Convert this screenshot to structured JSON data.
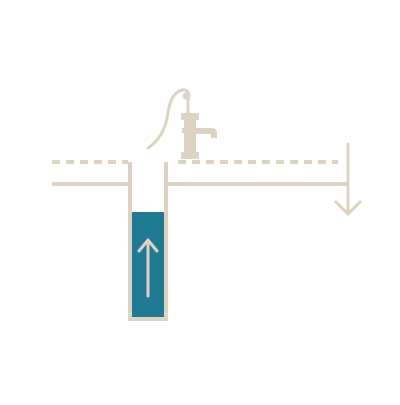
{
  "diagram": {
    "colors": {
      "background": "#ffffff",
      "line": "#ddd3c3",
      "water": "#217a93",
      "flow_arrow": "#ddd3c3"
    },
    "elements": {
      "pump": "hand-pump-icon",
      "water_table": "dashed-line",
      "ground": "solid-line",
      "well": "well-shaft",
      "water_column": "filled-rectangle",
      "flow_up": "arrow-up-icon",
      "flow_down": "arrow-down-icon"
    }
  }
}
